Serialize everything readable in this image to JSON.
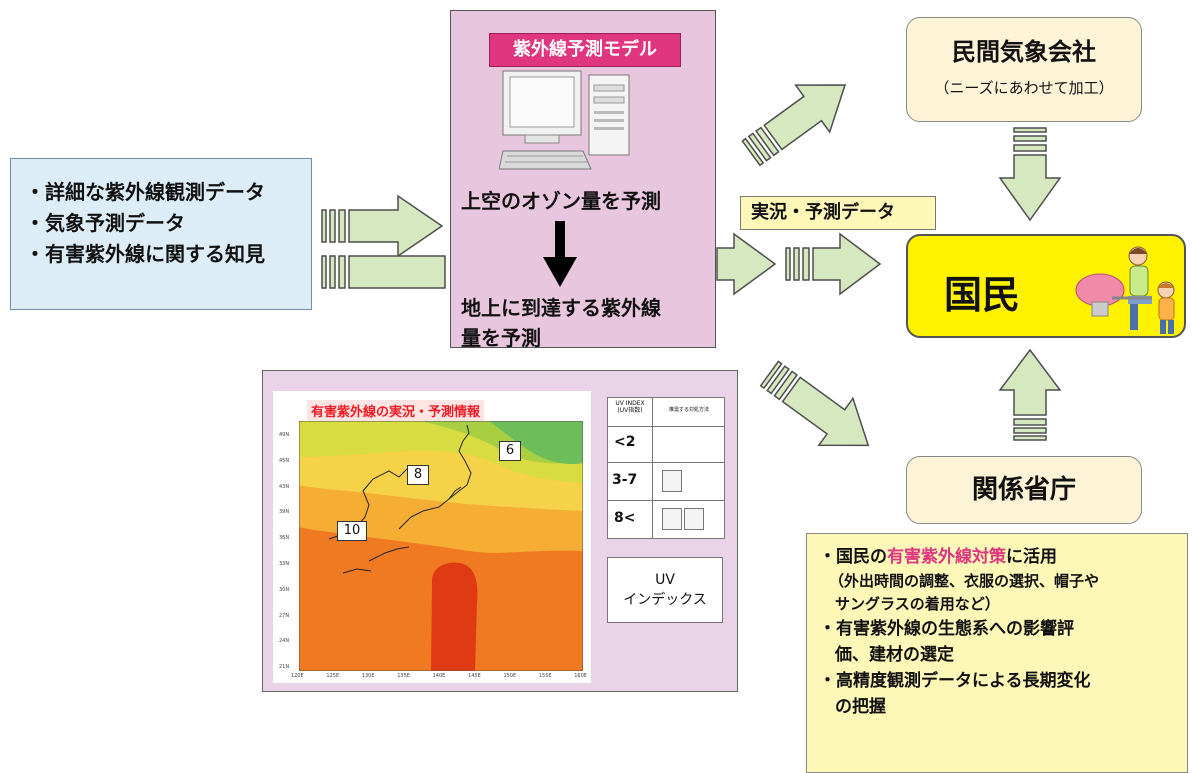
{
  "input": {
    "lines": [
      "・詳細な紫外線観測データ",
      "・気象予測データ",
      "・有害紫外線に関する知見"
    ]
  },
  "model": {
    "title": "紫外線予測モデル",
    "ozone": "上空のオゾン量を予測",
    "ground": [
      "地上に到達する紫外線",
      "量を予測"
    ]
  },
  "company": {
    "name": "民間気象会社",
    "note": "（ニーズにあわせて加工）"
  },
  "data_label": "実況・予測データ",
  "public": {
    "label": "国民"
  },
  "ministry": {
    "label": "関係省庁"
  },
  "uses": {
    "line1_pre": "・国民の",
    "line1_highlight": "有害紫外線対策",
    "line1_post": "に活用",
    "sub1": "（外出時間の調整、衣服の選択、帽子や",
    "sub2": "サングラスの着用など）",
    "line2a": "・有害紫外線の生態系への影響評",
    "line2b": "価、建材の選定",
    "line3a": "・高精度観測データによる長期変化",
    "line3b": "の把握"
  },
  "map": {
    "title": "有害紫外線の実況・予測情報",
    "contour_labels": [
      "6",
      "8",
      "10"
    ],
    "lat_labels": [
      "49N",
      "45N",
      "43N",
      "39N",
      "36N",
      "33N",
      "30N",
      "27N",
      "24N",
      "21N"
    ],
    "lon_labels": [
      "120E",
      "125E",
      "130E",
      "135E",
      "140E",
      "145E",
      "150E",
      "155E",
      "160E"
    ],
    "legend": {
      "header_left": "UV INDEX\n(UV指数)",
      "header_right": "推奨する対処方法",
      "rows": [
        "<2",
        "3-7",
        "8<"
      ]
    },
    "uv_box": [
      "UV",
      "インデックス"
    ]
  },
  "colors": {
    "model_title_bg": "#e0357f",
    "public_bg": "#fff200",
    "arrow_fill": "#d6e8c0",
    "highlight": "#e0357f"
  }
}
